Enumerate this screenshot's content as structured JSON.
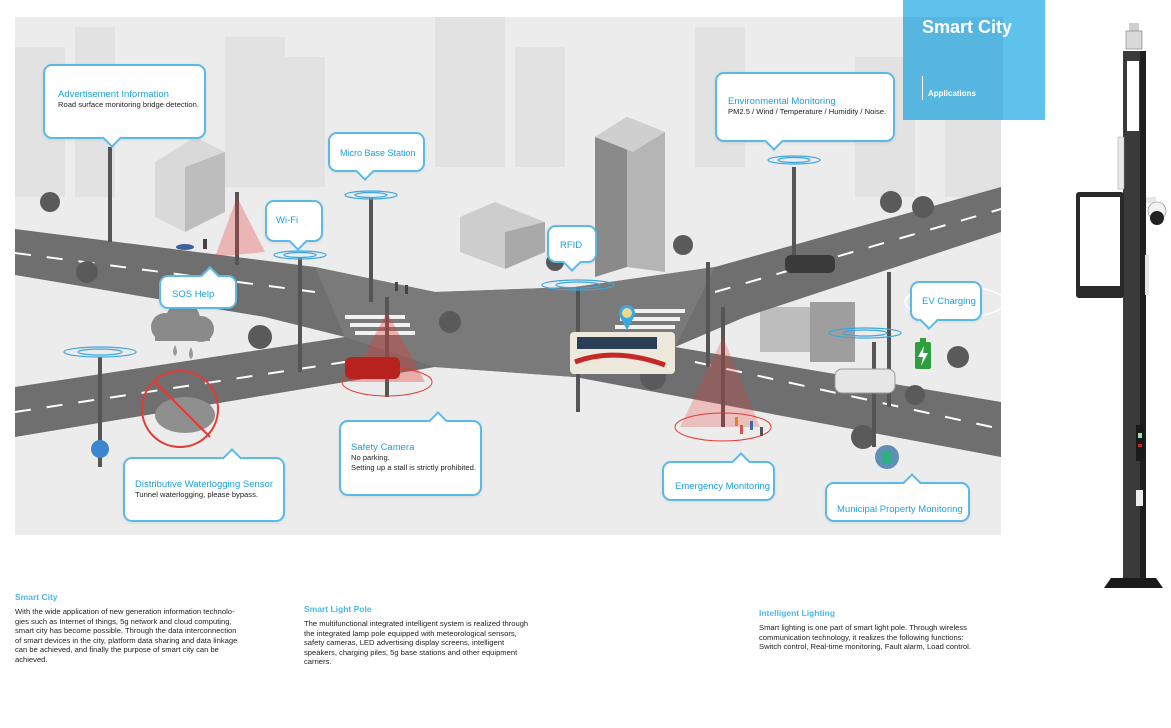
{
  "header": {
    "title": "Smart City",
    "subtitle": "Applications",
    "accent_color": "#5ec2ec"
  },
  "callouts": [
    {
      "id": "advertisement",
      "title": "Advertisement Information",
      "description": "Road surface monitoring bridge detection."
    },
    {
      "id": "micro-base-station",
      "title": "Micro Base Station",
      "description": ""
    },
    {
      "id": "environmental",
      "title": "Environmental Monitoring",
      "description": "PM2.5 / Wind / Temperature / Humidity / Noise."
    },
    {
      "id": "wifi",
      "title": "Wi-Fi",
      "description": ""
    },
    {
      "id": "sos",
      "title": "SOS Help",
      "description": ""
    },
    {
      "id": "rfid",
      "title": "RFID",
      "description": ""
    },
    {
      "id": "ev-charging",
      "title": "EV Charging",
      "description": ""
    },
    {
      "id": "waterlogging",
      "title": "Distributive Waterlogging Sensor",
      "description": "Tunnel waterlogging, please bypass."
    },
    {
      "id": "safety-camera",
      "title": "Safety Camera",
      "description_lines": [
        "No parking.",
        "Setting up a stall is strictly prohibited."
      ]
    },
    {
      "id": "emergency",
      "title": "Emergency Monitoring",
      "description": ""
    },
    {
      "id": "municipal",
      "title": "Municipal Property Monitoring",
      "description": ""
    }
  ],
  "info_sections": [
    {
      "title": "Smart City",
      "lines": [
        "With the wide application of new generation information technolo-",
        "gies such as Internet of things, 5g network and cloud computing,",
        "smart city has become possible. Through the data interconnection",
        "of smart devices in the city, platform data sharing and data linkage",
        "can be achieved, and finally the purpose of smart city can be",
        "achieved."
      ]
    },
    {
      "title": "Smart Light Pole",
      "lines": [
        "The multifunctional integrated intelligent system is realized through",
        "the integrated lamp pole equipped with meteorological sensors,",
        "safety cameras, LED advertising display screens, intelligent",
        "speakers, charging piles, 5g base stations and other equipment",
        "carriers."
      ]
    },
    {
      "title": "Intelligent Lighting",
      "lines": [
        "Smart lighting is one part of smart light pole. Through wireless",
        "communication technology, it realizes the following functions:",
        "Switch control, Real-time monitoring, Fault alarm, Load control."
      ]
    }
  ],
  "colors": {
    "callout_border": "#5ab9e6",
    "callout_title": "#1ea0dc",
    "road": "#6f6f6f",
    "scene_bg": "#ececec",
    "alert_red": "#e53935",
    "battery_green": "#2e9e3e",
    "pole_dark": "#3a3a3a"
  }
}
